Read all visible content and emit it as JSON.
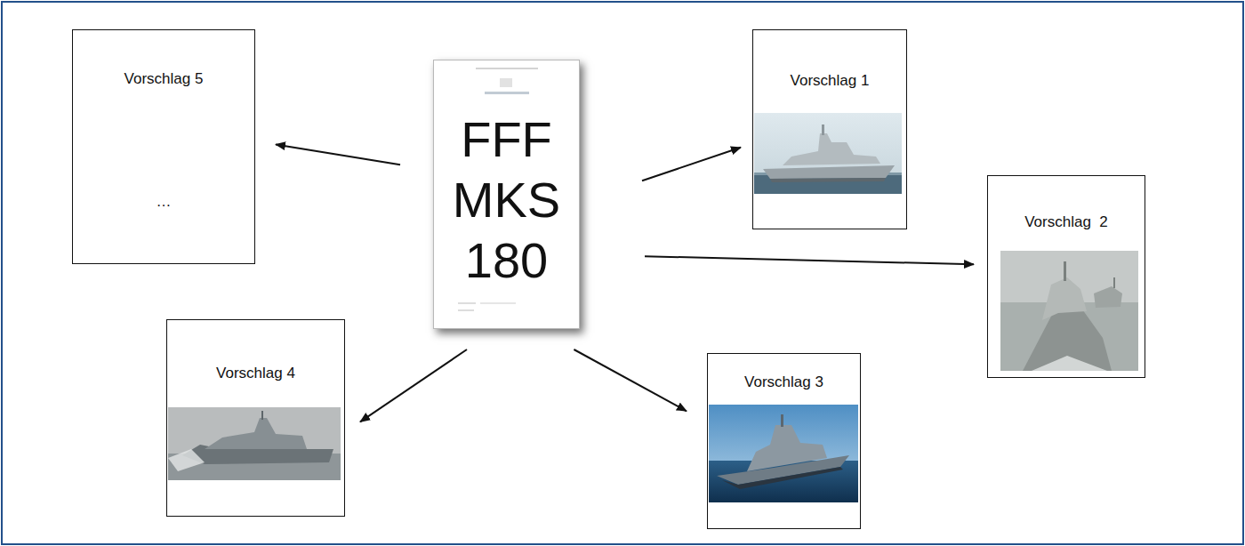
{
  "diagram": {
    "nodes": [
      {
        "text": [
          "FFF MKS 180"
        ]
      },
      {
        "text": [
          "Vorschlag 1"
        ]
      },
      {
        "text": [
          "Vorschlag  2"
        ]
      },
      {
        "text": [
          "Vorschlag 3"
        ]
      },
      {
        "text": [
          "Vorschlag 4"
        ]
      },
      {
        "text": [
          "Vorschlag 5",
          "…"
        ]
      }
    ],
    "edges": [
      {
        "from": 0,
        "to": 1,
        "arrow": "to"
      },
      {
        "from": 0,
        "to": 2,
        "arrow": "to"
      },
      {
        "from": 0,
        "to": 3,
        "arrow": "to"
      },
      {
        "from": 0,
        "to": 4,
        "arrow": "to"
      },
      {
        "from": 0,
        "to": 5,
        "arrow": "to"
      }
    ]
  }
}
